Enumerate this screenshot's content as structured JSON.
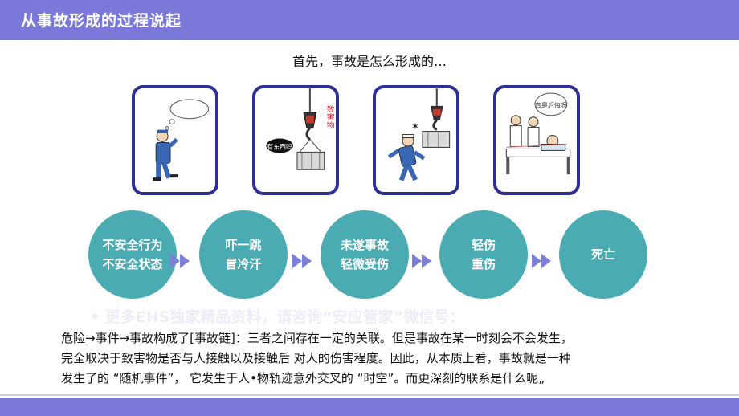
{
  "header": {
    "title": "从事故形成的过程说起"
  },
  "intro": "首先，事故是怎么形成的…",
  "cards": [
    {
      "icon": "worker-smoking-icon"
    },
    {
      "icon": "hanging-load-icon",
      "label": "致害物",
      "bubble": "有东西吗"
    },
    {
      "icon": "load-hits-worker-icon"
    },
    {
      "icon": "hospital-bed-icon",
      "bubble": "真是后悔呀"
    }
  ],
  "steps": [
    {
      "line1": "不安全行为",
      "line2": "不安全状态"
    },
    {
      "line1": "吓一跳",
      "line2": "冒冷汗"
    },
    {
      "line1": "未遂事故",
      "line2": "轻微受伤"
    },
    {
      "line1": "轻伤",
      "line2": "重伤"
    },
    {
      "line1": "死亡",
      "line2": ""
    }
  ],
  "watermark": "• 更多EHS独家精品资料，请咨询“安应管家”微信号：",
  "paragraph": {
    "line1": "危险→事件→事故构成了[事故链]：三者之间存在一定的关联。但是事故在某一时刻会不会发生，",
    "line2": "完全取决于致害物是否与人接触以及接触后  对人的伤害程度。因此，从本质上看，事故就是一种",
    "line3": "发生了的 “随机事件”，   它发生于人•物轨迹意外交叉的 “时空”。而更深刻的联系是什么呢„"
  },
  "colors": {
    "header": "#7a79d9",
    "card_border": "#2d2f97",
    "circle": "#4aabb2",
    "arrow": "#7b7fd6"
  }
}
